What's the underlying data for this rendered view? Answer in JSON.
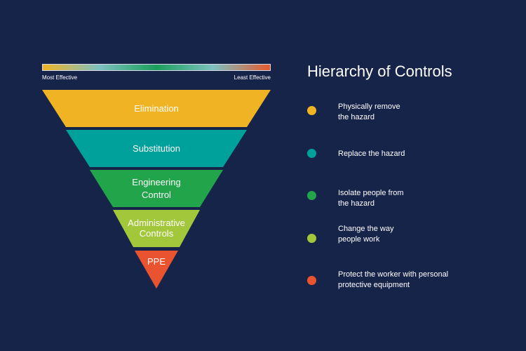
{
  "title": "Hierarchy of Controls",
  "scale": {
    "left_label": "Most Effective",
    "right_label": "Least Effective",
    "gradient_colors": [
      "#f0b323",
      "#7cc0c0",
      "#1a9e5c",
      "#7cc0c0",
      "#e65a2e"
    ]
  },
  "tiers": [
    {
      "line1": "Elimination",
      "line2": "",
      "color": "#f0b323",
      "description": "Physically remove\nthe hazard"
    },
    {
      "line1": "Substitution",
      "line2": "",
      "color": "#00a19a",
      "description": "Replace the hazard"
    },
    {
      "line1": "Engineering",
      "line2": "Control",
      "color": "#21a44a",
      "description": "Isolate people from\nthe hazard"
    },
    {
      "line1": "Administrative",
      "line2": "Controls",
      "color": "#a3c73a",
      "description": "Change the way\npeople work"
    },
    {
      "line1": "PPE",
      "line2": "",
      "color": "#e95330",
      "description": "Protect the worker with personal\nprotective equipment"
    }
  ]
}
